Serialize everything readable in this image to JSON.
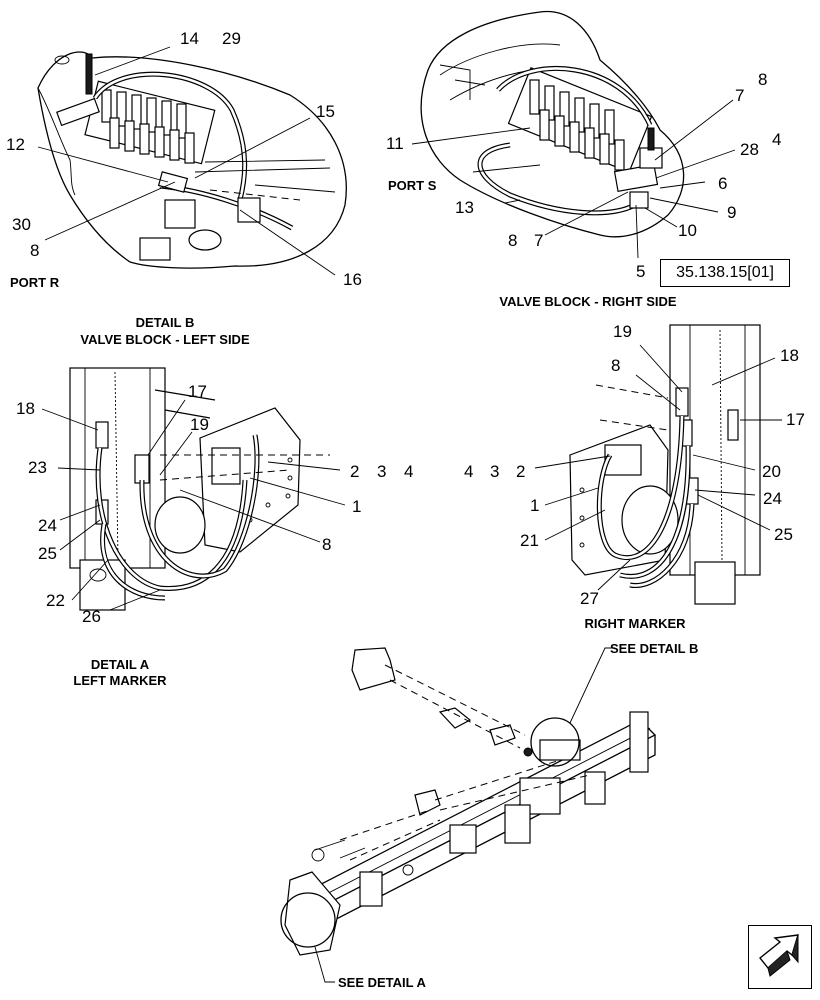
{
  "captions": {
    "port_r": "PORT R",
    "port_s": "PORT S",
    "detail_b_line1": "DETAIL  B",
    "detail_b_line2": "VALVE BLOCK - LEFT SIDE",
    "valve_right": "VALVE BLOCK - RIGHT SIDE",
    "detail_a_line1": "DETAIL  A",
    "detail_a_line2": "LEFT MARKER",
    "right_marker": "RIGHT MARKER",
    "see_detail_b": "SEE DETAIL  B",
    "see_detail_a": "SEE DETAIL  A"
  },
  "reference": "35.138.15[01]",
  "icons": {
    "navigation": "next-page-arrow-icon"
  },
  "callouts": {
    "vl_14": "14",
    "vl_29": "29",
    "vl_15": "15",
    "vl_12": "12",
    "vl_30": "30",
    "vl_8": "8",
    "vl_16": "16",
    "vr_7a": "7",
    "vr_8a": "8",
    "vr_11": "11",
    "vr_28": "28",
    "vr_4": "4",
    "vr_6": "6",
    "vr_13": "13",
    "vr_9": "9",
    "vr_10": "10",
    "vr_8b": "8",
    "vr_7b": "7",
    "vr_5": "5",
    "lm_18": "18",
    "lm_17": "17",
    "lm_19": "19",
    "lm_23": "23",
    "lm_2": "2",
    "lm_3": "3",
    "lm_4": "4",
    "lm_1": "1",
    "lm_24": "24",
    "lm_25": "25",
    "lm_8": "8",
    "lm_22": "22",
    "lm_26": "26",
    "rm_19": "19",
    "rm_18": "18",
    "rm_8": "8",
    "rm_17": "17",
    "rm_4": "4",
    "rm_3": "3",
    "rm_2": "2",
    "rm_20": "20",
    "rm_1": "1",
    "rm_24": "24",
    "rm_21": "21",
    "rm_25": "25",
    "rm_27": "27"
  }
}
